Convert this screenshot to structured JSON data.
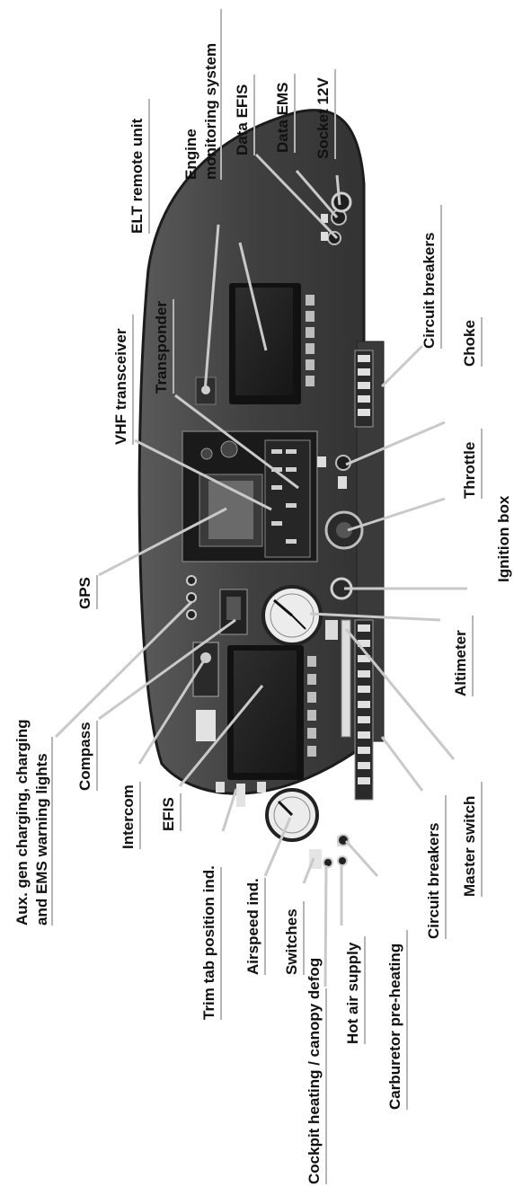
{
  "labels": {
    "aux_warning_lights": [
      "Aux. gen charging, charging",
      "and EMS warning lights"
    ],
    "compass": "Compass",
    "intercom": "Intercom",
    "efis": "EFIS",
    "trim_tab": "Trim tab position ind.",
    "airspeed": "Airspeed ind.",
    "switches": "Switches",
    "cockpit_heating": "Cockpit heating / canopy defog",
    "gps": "GPS",
    "vhf": "VHF transceiver",
    "transponder": "Transponder",
    "elt": "ELT remote unit",
    "ems": [
      "Engine",
      "monitoring system"
    ],
    "data_efis": "Data EFIS",
    "data_ems": "Data EMS",
    "socket": "Socket 12V",
    "circuit_breakers_top": "Circuit breakers",
    "choke": "Choke",
    "throttle": "Throttle",
    "ignition_box": "Ignition box",
    "altimeter": "Altimeter",
    "master_switch": "Master switch",
    "circuit_breakers_bottom": "Circuit breakers",
    "hot_air_supply": "Hot air supply",
    "carb_preheat": "Carburetor pre-heating"
  },
  "colors": {
    "panel": "#474747",
    "panel_edge": "#1c1c1c",
    "screen": "#222222",
    "leader": "#c9c9c9",
    "text": "#111111"
  }
}
